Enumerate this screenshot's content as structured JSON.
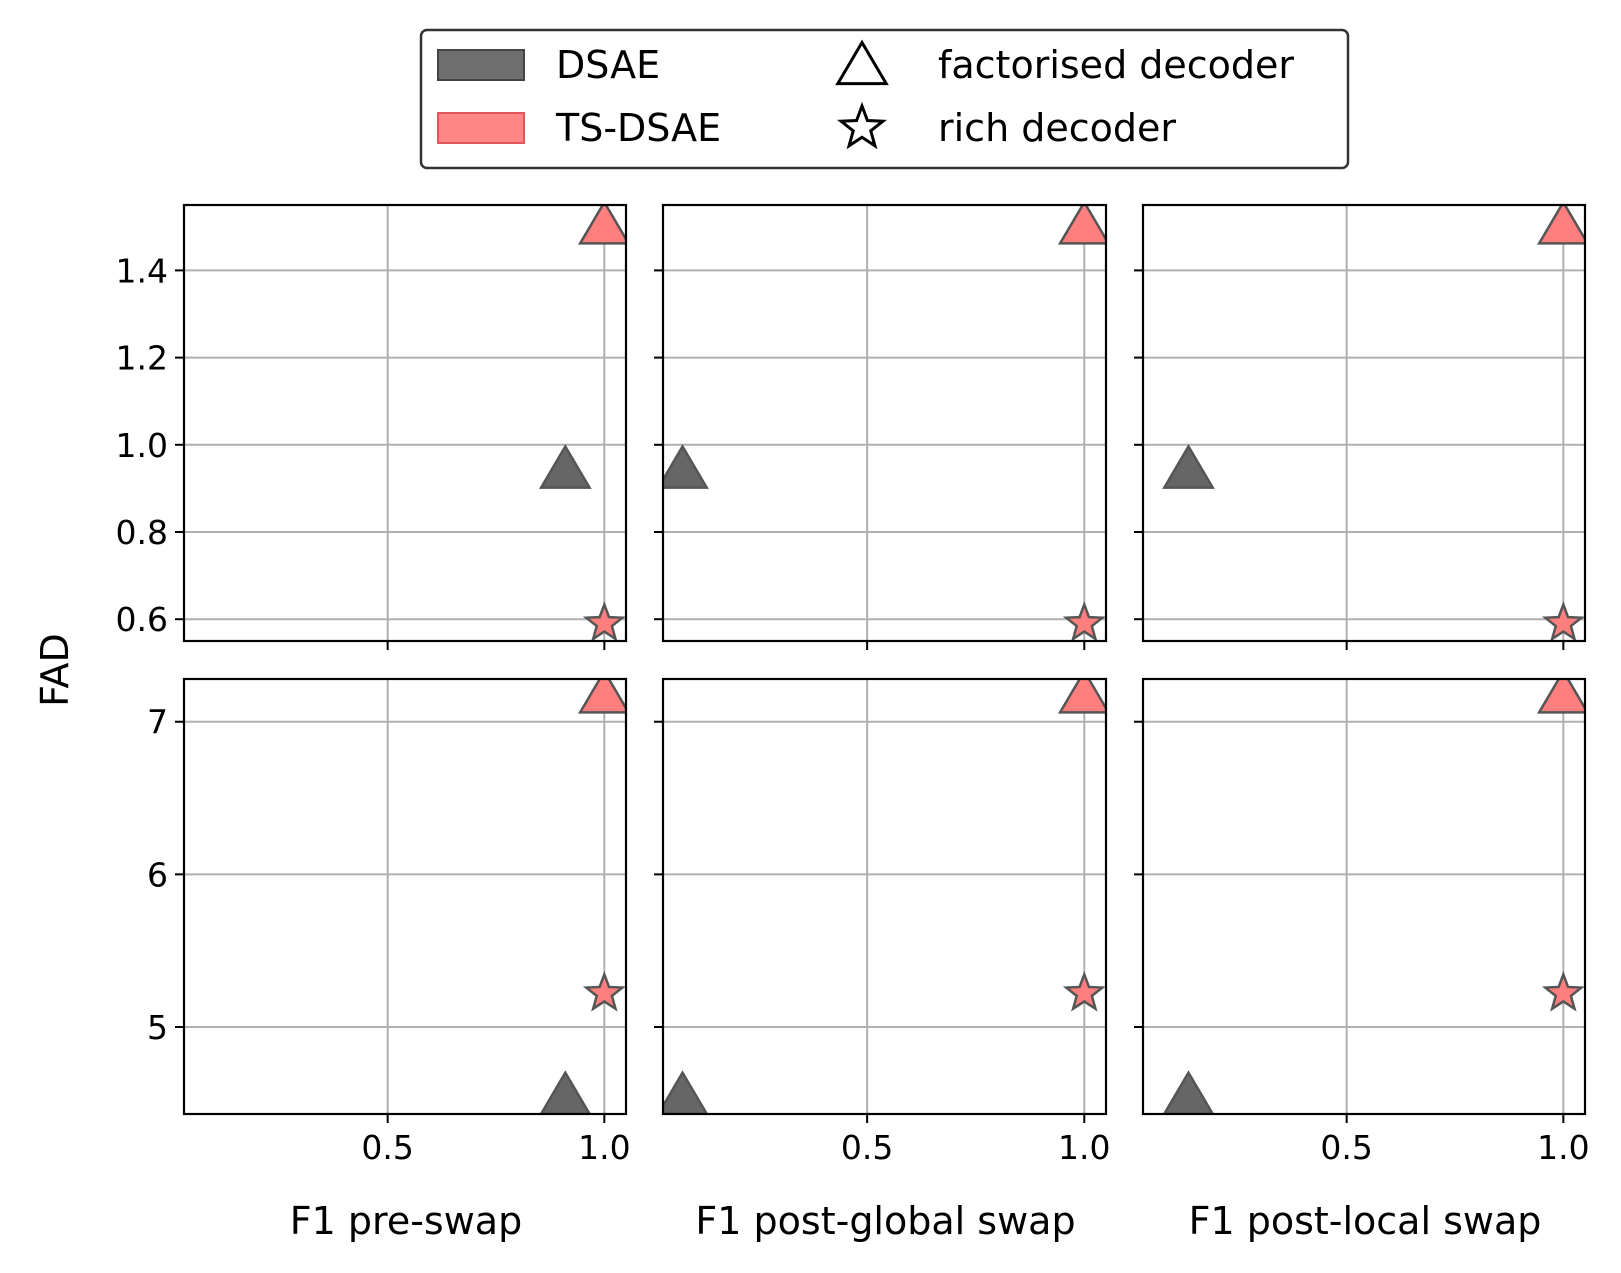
{
  "chart_data": {
    "type": "scatter",
    "ylabel": "FAD",
    "legend": {
      "placement": "top-center",
      "colors": [
        {
          "label": "DSAE",
          "color": "#666666"
        },
        {
          "label": "TS-DSAE",
          "color": "#ff7f7f"
        }
      ],
      "markers": [
        {
          "label": "factorised decoder",
          "marker": "triangle"
        },
        {
          "label": "rich decoder",
          "marker": "star"
        }
      ]
    },
    "colors": {
      "DSAE": "#666666",
      "TS-DSAE": "#ff7f7f",
      "edge": "#555555"
    },
    "columns": [
      {
        "xlabel": "F1 pre-swap"
      },
      {
        "xlabel": "F1 post-global swap"
      },
      {
        "xlabel": "F1 post-local swap"
      }
    ],
    "xlim": [
      0.03,
      1.05
    ],
    "xticks": [
      0.5,
      1.0
    ],
    "xtick_labels": [
      "0.5",
      "1.0"
    ],
    "grid": true,
    "rows": [
      {
        "ylim": [
          0.55,
          1.55
        ],
        "yticks": [
          0.6,
          0.8,
          1.0,
          1.2,
          1.4
        ],
        "ytick_labels": [
          "0.6",
          "0.8",
          "1.0",
          "1.2",
          "1.4"
        ],
        "points": [
          [
            {
              "model": "DSAE",
              "decoder": "factorised decoder",
              "x": 0.91,
              "y": 0.94
            },
            {
              "model": "TS-DSAE",
              "decoder": "factorised decoder",
              "x": 1.0,
              "y": 1.5
            },
            {
              "model": "TS-DSAE",
              "decoder": "rich decoder",
              "x": 1.0,
              "y": 0.59
            }
          ],
          [
            {
              "model": "DSAE",
              "decoder": "factorised decoder",
              "x": 0.075,
              "y": 0.94
            },
            {
              "model": "TS-DSAE",
              "decoder": "factorised decoder",
              "x": 1.0,
              "y": 1.5
            },
            {
              "model": "TS-DSAE",
              "decoder": "rich decoder",
              "x": 1.0,
              "y": 0.59
            }
          ],
          [
            {
              "model": "DSAE",
              "decoder": "factorised decoder",
              "x": 0.135,
              "y": 0.94
            },
            {
              "model": "TS-DSAE",
              "decoder": "factorised decoder",
              "x": 1.0,
              "y": 1.5
            },
            {
              "model": "TS-DSAE",
              "decoder": "rich decoder",
              "x": 1.0,
              "y": 0.59
            }
          ]
        ]
      },
      {
        "ylim": [
          4.43,
          7.28
        ],
        "yticks": [
          5,
          6,
          7
        ],
        "ytick_labels": [
          "5",
          "6",
          "7"
        ],
        "points": [
          [
            {
              "model": "DSAE",
              "decoder": "factorised decoder",
              "x": 0.91,
              "y": 4.54
            },
            {
              "model": "TS-DSAE",
              "decoder": "factorised decoder",
              "x": 1.0,
              "y": 7.17
            },
            {
              "model": "TS-DSAE",
              "decoder": "rich decoder",
              "x": 1.0,
              "y": 5.22
            }
          ],
          [
            {
              "model": "DSAE",
              "decoder": "factorised decoder",
              "x": 0.075,
              "y": 4.54
            },
            {
              "model": "TS-DSAE",
              "decoder": "factorised decoder",
              "x": 1.0,
              "y": 7.17
            },
            {
              "model": "TS-DSAE",
              "decoder": "rich decoder",
              "x": 1.0,
              "y": 5.22
            }
          ],
          [
            {
              "model": "DSAE",
              "decoder": "factorised decoder",
              "x": 0.135,
              "y": 4.54
            },
            {
              "model": "TS-DSAE",
              "decoder": "factorised decoder",
              "x": 1.0,
              "y": 7.17
            },
            {
              "model": "TS-DSAE",
              "decoder": "rich decoder",
              "x": 1.0,
              "y": 5.22
            }
          ]
        ]
      }
    ]
  }
}
